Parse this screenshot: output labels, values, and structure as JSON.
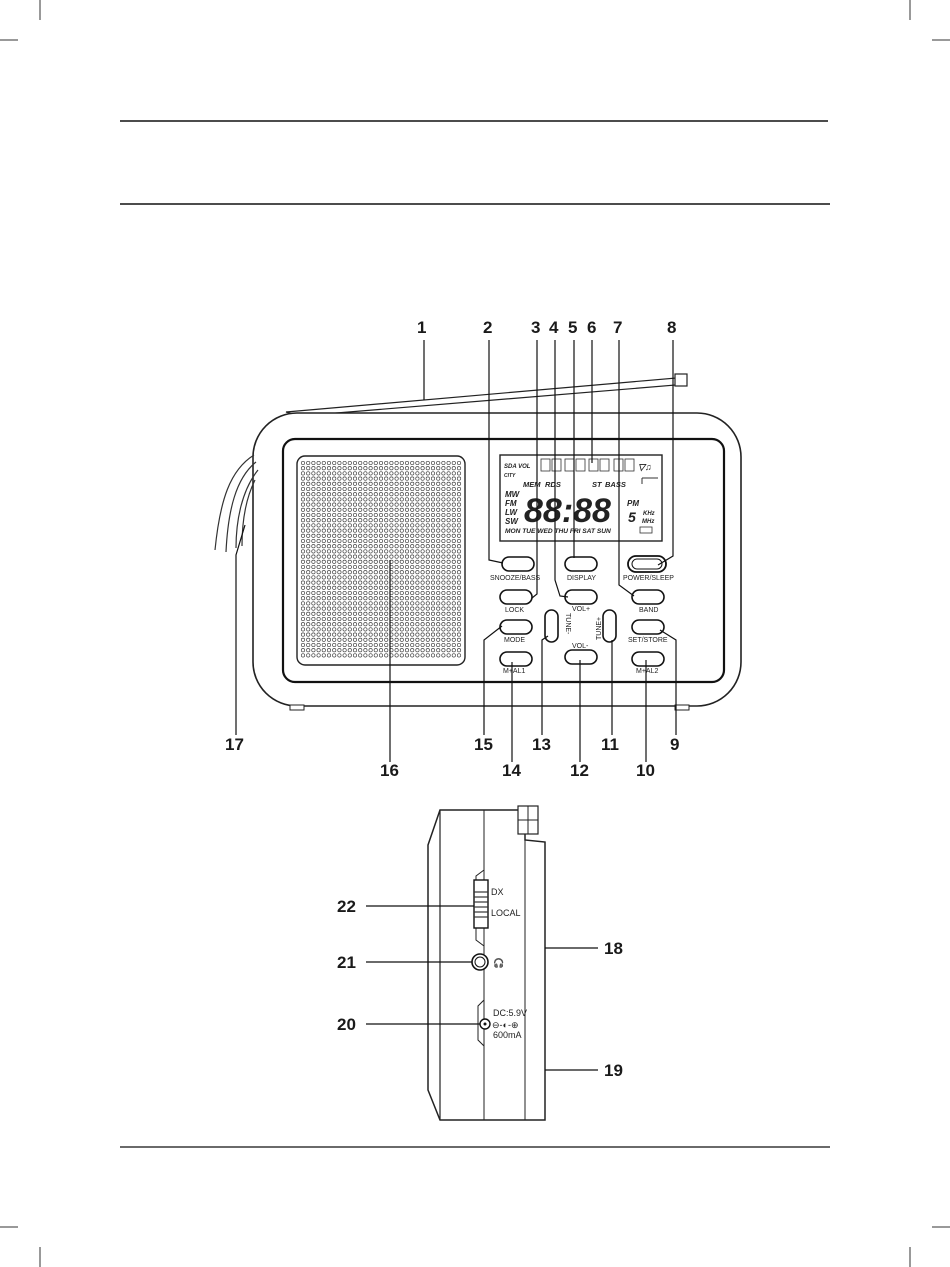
{
  "buttons": {
    "snooze_bass": "SNOOZE/BASS",
    "display": "DISPLAY",
    "power_sleep": "POWER/SLEEP",
    "lock": "LOCK",
    "vol_plus": "VOL+",
    "band": "BAND",
    "mode": "MODE",
    "tune_minus": "TUNE-",
    "tune_plus": "TUNE+",
    "set_store": "SET/STORE",
    "vol_minus": "VOL-",
    "m_al1": "M+AL1",
    "m_al2": "M+AL2"
  },
  "lcd": {
    "sda_vol": "SDA VOL",
    "city": "CITY",
    "mem": "MEM",
    "rds": "RDS",
    "st": "ST",
    "bass": "BASS",
    "mw": "MW",
    "fm": "FM",
    "lw": "LW",
    "sw": "SW",
    "digits": "88:88",
    "pm": "PM",
    "sleep_digit": "5",
    "khz": "KHz",
    "mhz": "MHz",
    "days": "MON TUE WED THU FRI SAT SUN"
  },
  "side_panel": {
    "dx": "DX",
    "local": "LOCAL",
    "dc_line1": "DC:5.9V",
    "dc_line2": "600mA"
  },
  "callouts": {
    "n1": "1",
    "n2": "2",
    "n3": "3",
    "n4": "4",
    "n5": "5",
    "n6": "6",
    "n7": "7",
    "n8": "8",
    "n9": "9",
    "n10": "10",
    "n11": "11",
    "n12": "12",
    "n13": "13",
    "n14": "14",
    "n15": "15",
    "n16": "16",
    "n17": "17",
    "n18": "18",
    "n19": "19",
    "n20": "20",
    "n21": "21",
    "n22": "22"
  }
}
